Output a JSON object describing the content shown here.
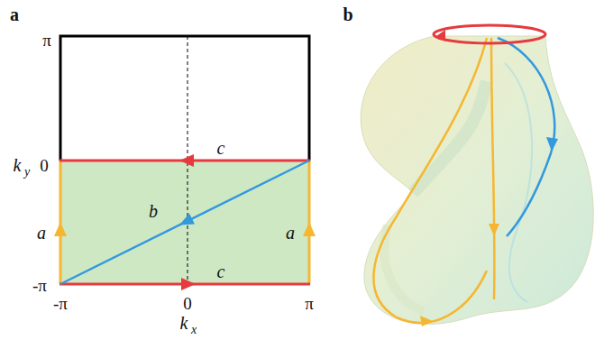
{
  "diagram": {
    "labels": [
      "a",
      "b",
      "π",
      "k",
      "y",
      "0",
      "-π",
      "-π",
      "0",
      "π",
      "k",
      "x",
      "c",
      "a",
      "b",
      "a",
      "c"
    ]
  }
}
